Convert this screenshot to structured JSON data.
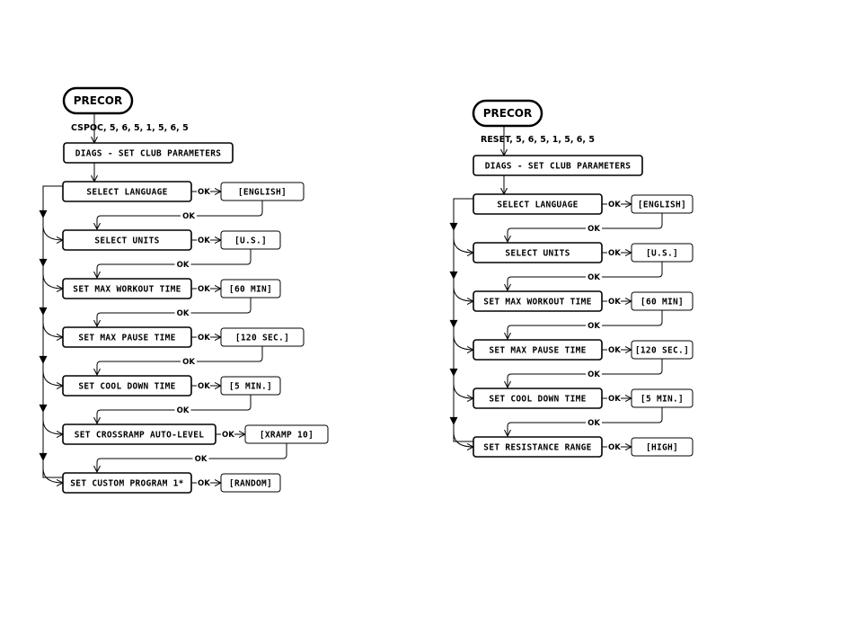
{
  "left": {
    "title": "PRECOR",
    "sequence": "CSPOC, 5, 6, 5, 1, 5, 6, 5",
    "header": "DIAGS - SET CLUB PARAMETERS",
    "ok_label": "OK",
    "steps": [
      {
        "label": "SELECT LANGUAGE",
        "value": "[ENGLISH]"
      },
      {
        "label": "SELECT UNITS",
        "value": "[U.S.]"
      },
      {
        "label": "SET MAX WORKOUT TIME",
        "value": "[60 MIN]"
      },
      {
        "label": "SET MAX PAUSE TIME",
        "value": "[120 SEC.]"
      },
      {
        "label": "SET COOL DOWN TIME",
        "value": "[5 MIN.]"
      },
      {
        "label": "SET CROSSRAMP AUTO-LEVEL",
        "value": "[XRAMP 10]"
      },
      {
        "label": "SET CUSTOM PROGRAM 1*",
        "value": "[RANDOM]"
      }
    ]
  },
  "right": {
    "title": "PRECOR",
    "sequence": "RESET, 5, 6, 5, 1, 5, 6, 5",
    "header": "DIAGS - SET CLUB PARAMETERS",
    "ok_label": "OK",
    "steps": [
      {
        "label": "SELECT LANGUAGE",
        "value": "[ENGLISH]"
      },
      {
        "label": "SELECT UNITS",
        "value": "[U.S.]"
      },
      {
        "label": "SET MAX WORKOUT TIME",
        "value": "[60 MIN]"
      },
      {
        "label": "SET MAX PAUSE TIME",
        "value": "[120 SEC.]"
      },
      {
        "label": "SET COOL DOWN TIME",
        "value": "[5 MIN.]"
      },
      {
        "label": "SET RESISTANCE RANGE",
        "value": "[HIGH]"
      }
    ]
  }
}
